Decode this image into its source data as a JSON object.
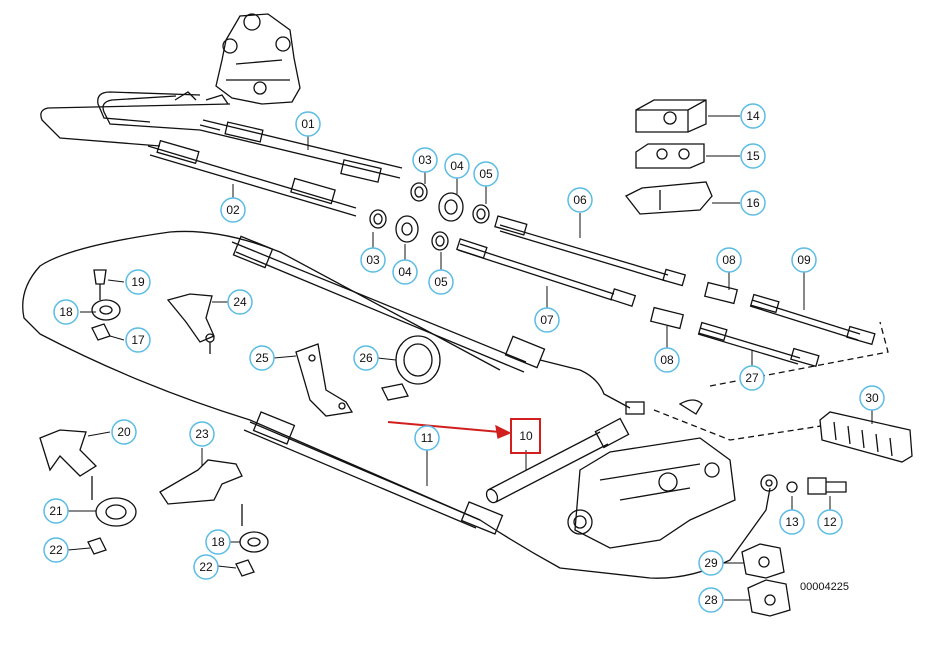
{
  "diagram": {
    "reference_number": "00004225",
    "highlight_color": "#d11f1f",
    "callout_color": "#5bbce4",
    "line_color": "#111111",
    "callouts": [
      "01",
      "02",
      "03",
      "03",
      "04",
      "04",
      "05",
      "05",
      "06",
      "07",
      "08",
      "08",
      "09",
      "10",
      "11",
      "12",
      "13",
      "14",
      "15",
      "16",
      "17",
      "18",
      "18",
      "19",
      "20",
      "21",
      "22",
      "22",
      "23",
      "24",
      "25",
      "26",
      "27",
      "28",
      "29",
      "30"
    ],
    "highlighted_callout": "10"
  }
}
